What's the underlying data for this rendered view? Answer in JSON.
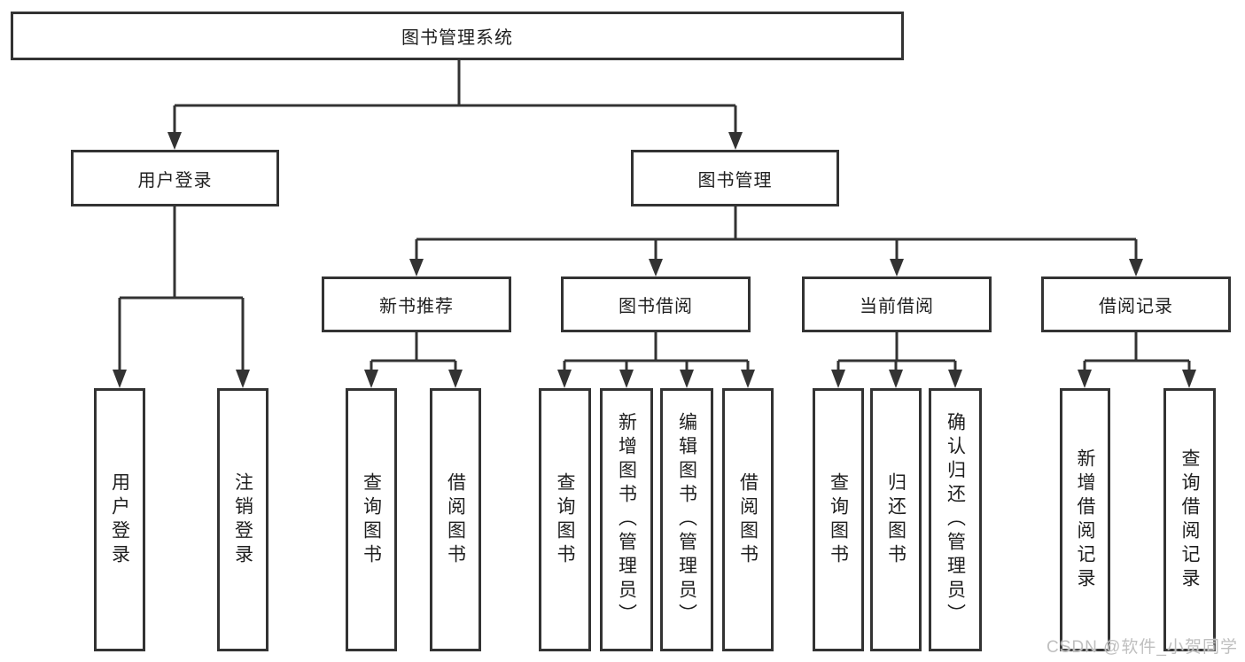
{
  "diagram": {
    "root": {
      "label": "图书管理系统",
      "children": [
        {
          "label": "用户登录",
          "children": [
            {
              "label": "用户登录"
            },
            {
              "label": "注销登录"
            }
          ]
        },
        {
          "label": "图书管理",
          "children": [
            {
              "label": "新书推荐",
              "children": [
                {
                  "label": "查询图书"
                },
                {
                  "label": "借阅图书"
                }
              ]
            },
            {
              "label": "图书借阅",
              "children": [
                {
                  "label": "查询图书"
                },
                {
                  "label": "新增图书（管理员）"
                },
                {
                  "label": "编辑图书（管理员）"
                },
                {
                  "label": "借阅图书"
                }
              ]
            },
            {
              "label": "当前借阅",
              "children": [
                {
                  "label": "查询图书"
                },
                {
                  "label": "归还图书"
                },
                {
                  "label": "确认归还（管理员）"
                }
              ]
            },
            {
              "label": "借阅记录",
              "children": [
                {
                  "label": "新增借阅记录"
                },
                {
                  "label": "查询借阅记录"
                }
              ]
            }
          ]
        }
      ]
    }
  },
  "watermark": {
    "text": "CSDN @软件_小贺同学"
  },
  "colors": {
    "line": "#333333",
    "text": "#1f1f1f",
    "background": "#ffffff",
    "watermark": "#bfbfbf"
  }
}
